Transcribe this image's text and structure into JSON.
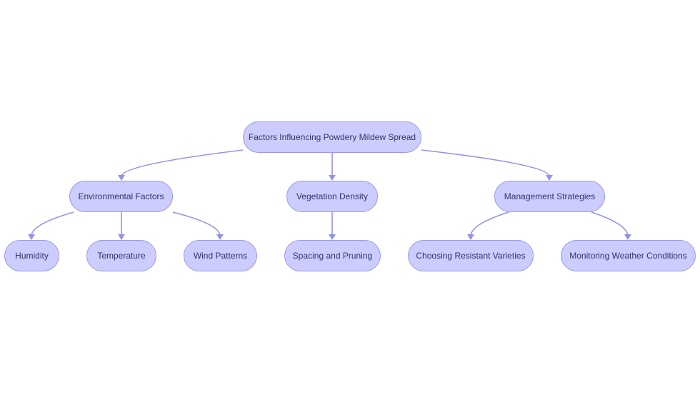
{
  "diagram": {
    "root": "Factors Influencing Powdery Mildew Spread",
    "categories": [
      {
        "label": "Environmental Factors",
        "children": [
          "Humidity",
          "Temperature",
          "Wind Patterns"
        ]
      },
      {
        "label": "Vegetation Density",
        "children": [
          "Spacing and Pruning"
        ]
      },
      {
        "label": "Management Strategies",
        "children": [
          "Choosing Resistant Varieties",
          "Monitoring Weather Conditions"
        ]
      }
    ],
    "colors": {
      "node_fill": "#ccccff",
      "node_border": "#9a9ae6",
      "edge": "#9393e6",
      "text": "#333366"
    }
  }
}
